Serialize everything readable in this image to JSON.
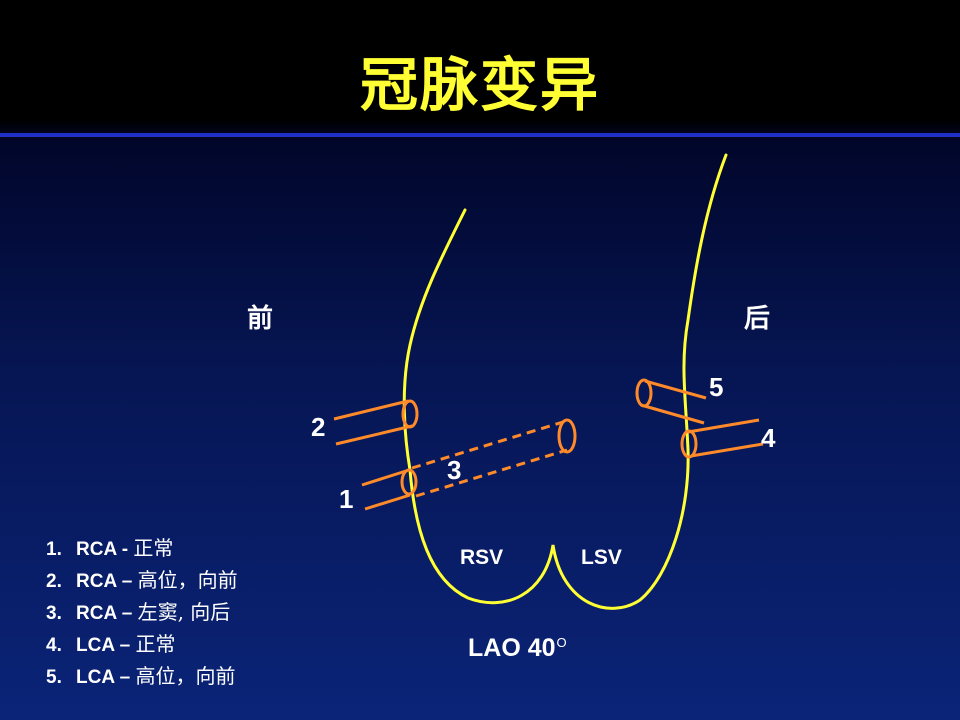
{
  "title": "冠脉变异",
  "labels": {
    "anterior": "前",
    "posterior": "后",
    "rsv": "RSV",
    "lsv": "LSV",
    "view": "LAO 40",
    "view_deg": "O"
  },
  "markers": [
    "1",
    "2",
    "3",
    "4",
    "5"
  ],
  "legend": [
    {
      "num": "1.",
      "artery": "RCA - ",
      "desc": "正常"
    },
    {
      "num": "2.",
      "artery": "RCA – ",
      "desc": "高位，向前"
    },
    {
      "num": "3.",
      "artery": "RCA – ",
      "desc": "左窦, 向后"
    },
    {
      "num": "4.",
      "artery": "LCA – ",
      "desc": "正常"
    },
    {
      "num": "5.",
      "artery": "LCA – ",
      "desc": "高位，向前"
    }
  ],
  "colors": {
    "title": "#ffff33",
    "outline": "#ffff33",
    "vessel": "#ff8a2a",
    "rule": "#1f2fc8",
    "text": "#ffffff"
  }
}
